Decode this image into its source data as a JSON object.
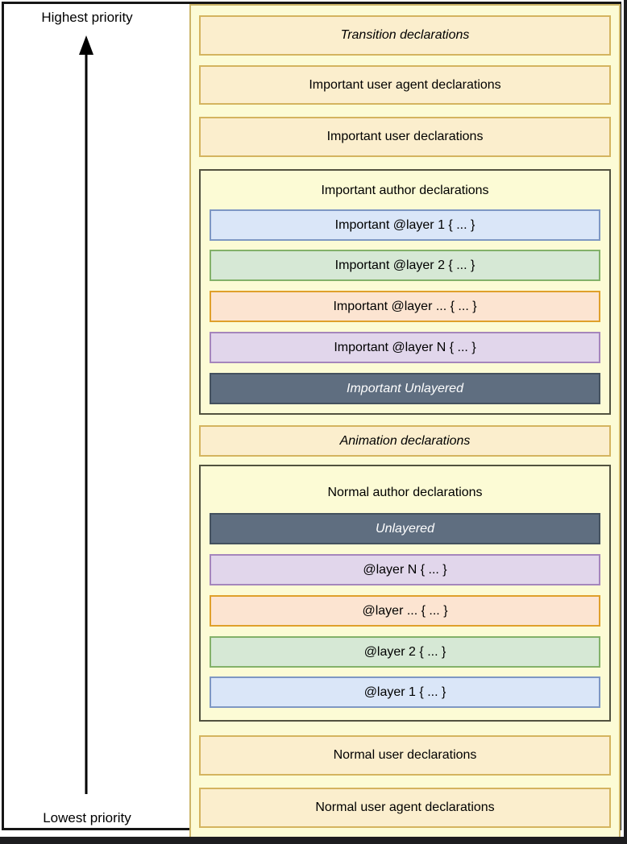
{
  "diagram": {
    "highest_priority_label": "Highest priority",
    "lowest_priority_label": "Lowest priority"
  },
  "rows": {
    "transition": {
      "label": "Transition declarations"
    },
    "important_user_agent": {
      "label": "Important user agent declarations"
    },
    "important_user": {
      "label": "Important user declarations"
    },
    "animation": {
      "label": "Animation declarations"
    },
    "normal_user": {
      "label": "Normal user declarations"
    },
    "normal_user_agent": {
      "label": "Normal user agent declarations"
    }
  },
  "important_author": {
    "title": "Important author declarations",
    "layers": [
      "Important @layer 1 { ... }",
      "Important @layer 2 { ... }",
      "Important @layer ... { ... }",
      "Important @layer N { ... }",
      "Important Unlayered"
    ]
  },
  "normal_author": {
    "title": "Normal author declarations",
    "layers": [
      "Unlayered",
      "@layer N { ... }",
      "@layer ... { ... }",
      "@layer 2 { ... }",
      "@layer 1 { ... }"
    ]
  },
  "icons": {
    "up_arrow": "up-arrow"
  },
  "colors": {
    "page_background": "#1d1d1f",
    "canvas_background": "#ffffff",
    "frame_border": "#161616",
    "panel_fill": "#fcfbd5",
    "panel_border": "#ccb569",
    "tan_fill": "#fbeecd",
    "tan_border": "#d4b45f",
    "container_fill": "#fcfbd5",
    "container_border": "#52523f",
    "blue_fill": "#dae6f8",
    "blue_border": "#7e97c3",
    "green_fill": "#d6e8d5",
    "green_border": "#83b169",
    "orange_fill": "#fce4d1",
    "orange_border": "#dfa02b",
    "purple_fill": "#e1d6eb",
    "purple_border": "#a586bc",
    "dark_fill": "#5f6e80",
    "dark_border": "#44515e",
    "text": "#000000",
    "dark_text": "#ffffff"
  }
}
